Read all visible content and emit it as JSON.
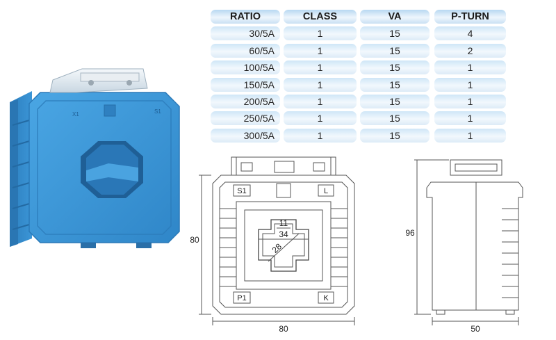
{
  "table": {
    "headers": [
      "RATIO",
      "CLASS",
      "VA",
      "P-TURN"
    ],
    "rows": [
      [
        "30/5A",
        "1",
        "15",
        "4"
      ],
      [
        "60/5A",
        "1",
        "15",
        "2"
      ],
      [
        "100/5A",
        "1",
        "15",
        "1"
      ],
      [
        "150/5A",
        "1",
        "15",
        "1"
      ],
      [
        "200/5A",
        "1",
        "15",
        "1"
      ],
      [
        "250/5A",
        "1",
        "15",
        "1"
      ],
      [
        "300/5A",
        "1",
        "15",
        "1"
      ]
    ]
  },
  "front_view": {
    "terminal_s1": "S1",
    "terminal_l": "L",
    "terminal_p1": "P1",
    "terminal_k": "K",
    "dim_height": "80",
    "dim_width": "80",
    "dim_bar_width": "11",
    "dim_window": "34",
    "dim_diagonal": "28"
  },
  "side_view": {
    "dim_height": "96",
    "dim_width": "50"
  },
  "colors": {
    "housing_blue": "#3d9ad8",
    "table_cell": "#e6f1fa"
  }
}
